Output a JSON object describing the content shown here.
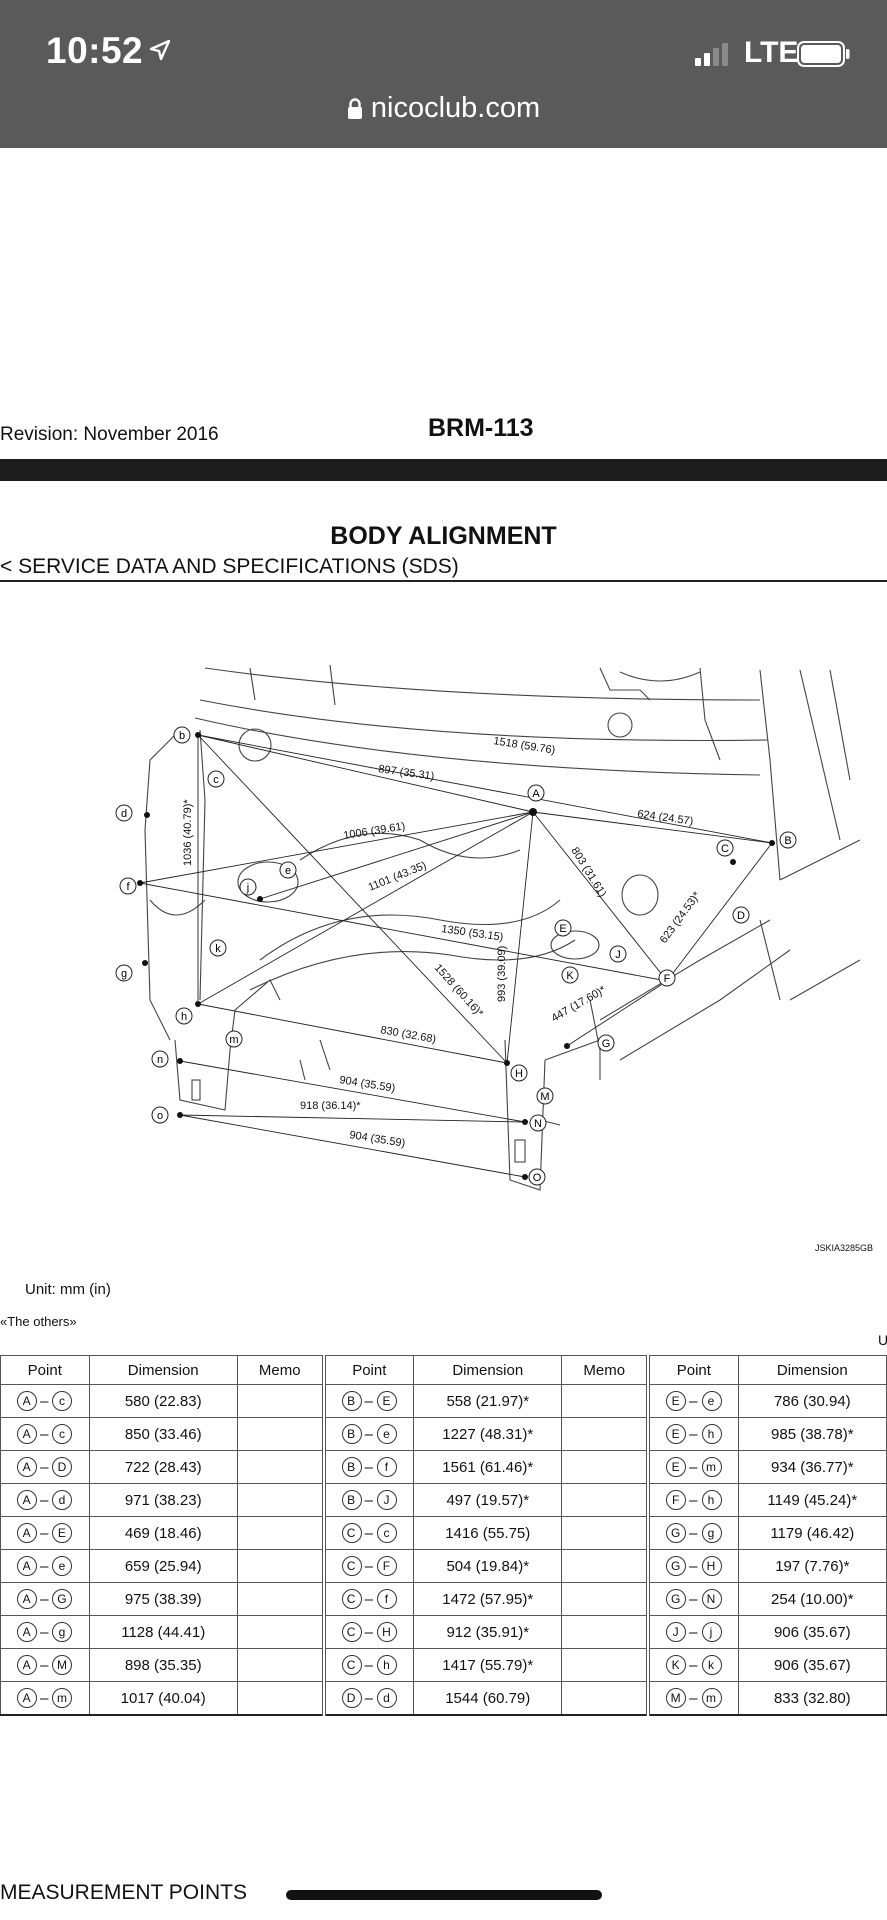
{
  "status": {
    "time": "10:52",
    "network": "LTE"
  },
  "browser": {
    "url": "nicoclub.com"
  },
  "doc": {
    "revision": "Revision: November 2016",
    "page": "BRM-113",
    "section_title": "BODY ALIGNMENT",
    "breadcrumb": "< SERVICE DATA AND SPECIFICATIONS (SDS)",
    "figure_ref": "JSKIA3285GB",
    "unit": "Unit: mm (in)",
    "others": "«The others»",
    "edge_char": "U",
    "footer": "MEASUREMENT POINTS"
  },
  "diagram": {
    "labels": {
      "A": "A",
      "B": "B",
      "C": "C",
      "D": "D",
      "E": "E",
      "F": "F",
      "G": "G",
      "H": "H",
      "J": "J",
      "K": "K",
      "M": "M",
      "N": "N",
      "O": "O",
      "b": "b",
      "c": "c",
      "d": "d",
      "e": "e",
      "f": "f",
      "g": "g",
      "h": "h",
      "j": "j",
      "k": "k",
      "m": "m",
      "n": "n",
      "o": "o"
    },
    "dims": {
      "d1518": "1518 (59.76)",
      "d897": "897 (35.31)",
      "d624": "624 (24.57)",
      "d1036": "1036 (40.79)*",
      "d1006": "1006 (39.61)",
      "d1101": "1101 (43.35)",
      "d803": "803 (31.61)",
      "d1350": "1350 (53.15)",
      "d623": "623 (24.53)*",
      "d1528": "1528 (60.16)*",
      "d993": "993 (39.09)",
      "d447": "447 (17.60)*",
      "d830": "830 (32.68)",
      "d904a": "904 (35.59)",
      "d918": "918 (36.14)*",
      "d904b": "904 (35.59)"
    }
  },
  "table": {
    "headers": [
      "Point",
      "Dimension",
      "Memo",
      "Point",
      "Dimension",
      "Memo",
      "Point",
      "Dimension"
    ],
    "rows": [
      [
        [
          "A",
          "c"
        ],
        "580 (22.83)",
        [
          "B",
          "E"
        ],
        "558 (21.97)*",
        [
          "E",
          "e"
        ],
        "786 (30.94)"
      ],
      [
        [
          "A",
          "c"
        ],
        "850 (33.46)",
        [
          "B",
          "e"
        ],
        "1227 (48.31)*",
        [
          "E",
          "h"
        ],
        "985 (38.78)*"
      ],
      [
        [
          "A",
          "D"
        ],
        "722 (28.43)",
        [
          "B",
          "f"
        ],
        "1561 (61.46)*",
        [
          "E",
          "m"
        ],
        "934 (36.77)*"
      ],
      [
        [
          "A",
          "d"
        ],
        "971 (38.23)",
        [
          "B",
          "J"
        ],
        "497 (19.57)*",
        [
          "F",
          "h"
        ],
        "1149 (45.24)*"
      ],
      [
        [
          "A",
          "E"
        ],
        "469 (18.46)",
        [
          "C",
          "c"
        ],
        "1416 (55.75)",
        [
          "G",
          "g"
        ],
        "1179 (46.42)"
      ],
      [
        [
          "A",
          "e"
        ],
        "659 (25.94)",
        [
          "C",
          "F"
        ],
        "504 (19.84)*",
        [
          "G",
          "H"
        ],
        "197 (7.76)*"
      ],
      [
        [
          "A",
          "G"
        ],
        "975 (38.39)",
        [
          "C",
          "f"
        ],
        "1472 (57.95)*",
        [
          "G",
          "N"
        ],
        "254 (10.00)*"
      ],
      [
        [
          "A",
          "g"
        ],
        "1128 (44.41)",
        [
          "C",
          "H"
        ],
        "912 (35.91)*",
        [
          "J",
          "j"
        ],
        "906 (35.67)"
      ],
      [
        [
          "A",
          "M"
        ],
        "898 (35.35)",
        [
          "C",
          "h"
        ],
        "1417 (55.79)*",
        [
          "K",
          "k"
        ],
        "906 (35.67)"
      ],
      [
        [
          "A",
          "m"
        ],
        "1017 (40.04)",
        [
          "D",
          "d"
        ],
        "1544 (60.79)",
        [
          "M",
          "m"
        ],
        "833 (32.80)"
      ]
    ]
  }
}
